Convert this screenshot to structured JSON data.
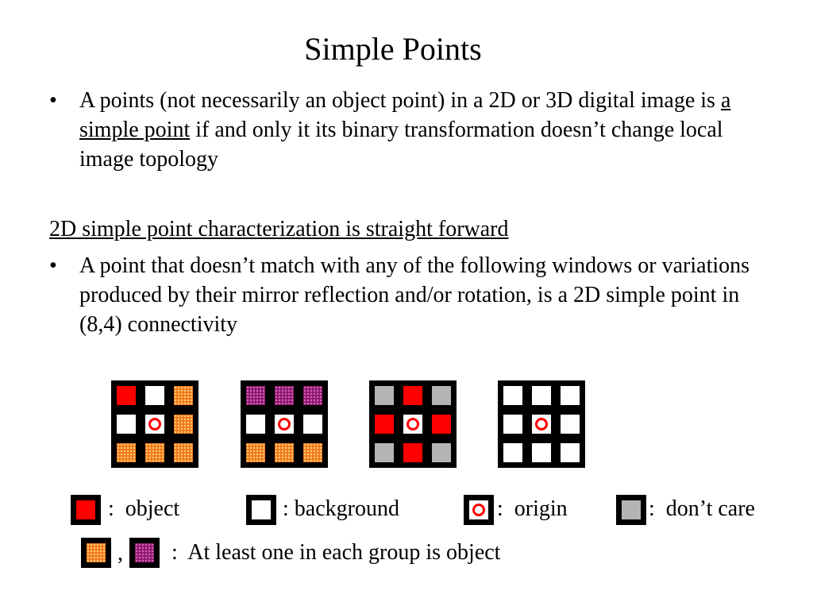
{
  "slide": {
    "title": "Simple Points",
    "bullet1": {
      "bullet": "•",
      "text_before": "A points (not necessarily an object point) in a 2D or 3D digital image is ",
      "underlined": "a simple point",
      "text_after": " if and only it its binary transformation doesn’t change local image topology"
    },
    "subheading": "2D simple point characterization is straight forward",
    "bullet2": {
      "bullet": "•",
      "text": "A point that doesn’t match with any of the following windows or variations produced by their mirror reflection and/or rotation,  is a 2D simple point in (8,4) connectivity"
    }
  },
  "windows": [
    [
      "object",
      "background",
      "group-orange",
      "background",
      "origin",
      "group-orange",
      "group-orange",
      "group-orange",
      "group-orange"
    ],
    [
      "group-purple",
      "group-purple",
      "group-purple",
      "background",
      "origin",
      "background",
      "group-orange",
      "group-orange",
      "group-orange"
    ],
    [
      "dont-care",
      "object",
      "dont-care",
      "object",
      "origin",
      "object",
      "dont-care",
      "object",
      "dont-care"
    ],
    [
      "background",
      "background",
      "background",
      "background",
      "origin",
      "background",
      "background",
      "background",
      "background"
    ]
  ],
  "legend": {
    "object": ":  object",
    "background": ": background",
    "origin": ":  origin",
    "dont_care": ":  don’t care",
    "comma": ",",
    "group": ":  At least one in each group is object"
  },
  "colors": {
    "object": "#ff0000",
    "background": "#ffffff",
    "dont_care": "#b4b4b4",
    "group_orange": "#f07818",
    "group_purple": "#8a1a6a",
    "frame": "#000000"
  }
}
